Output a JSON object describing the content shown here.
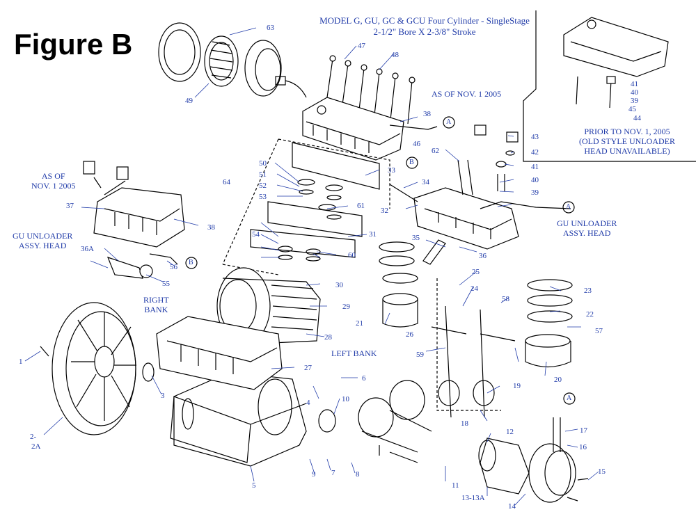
{
  "figure_title": "Figure B",
  "model_title": {
    "line1": "MODEL G, GU, GC & GCU Four Cylinder - SingleStage",
    "line2": "2-1/2\" Bore X 2-3/8\" Stroke"
  },
  "notes": {
    "as_of_left_1": "AS OF",
    "as_of_left_2": "NOV. 1 2005",
    "as_of_right": "AS OF NOV. 1 2005",
    "gu_unloader_left_1": "GU UNLOADER",
    "gu_unloader_left_2": "ASSY. HEAD",
    "gu_unloader_right_1": "GU UNLOADER",
    "gu_unloader_right_2": "ASSY. HEAD",
    "prior_1": "PRIOR TO NOV. 1, 2005",
    "prior_2": "(OLD STYLE UNLOADER",
    "prior_3": "HEAD UNAVAILABLE)",
    "right_bank_1": "RIGHT",
    "right_bank_2": "BANK",
    "left_bank": "LEFT BANK"
  },
  "callouts": [
    "63",
    "47",
    "48",
    "49",
    "38",
    "46",
    "43",
    "42",
    "41",
    "40",
    "39",
    "62",
    "33",
    "50",
    "51",
    "52",
    "53",
    "64",
    "61",
    "31",
    "54",
    "60",
    "34",
    "32",
    "37",
    "38",
    "35",
    "36",
    "25",
    "24",
    "23",
    "22",
    "57",
    "58",
    "21",
    "20",
    "59",
    "26",
    "19",
    "18",
    "30",
    "29",
    "28",
    "27",
    "6",
    "4",
    "10",
    "2-",
    "2A",
    "1",
    "3",
    "5",
    "9",
    "7",
    "8",
    "11",
    "12",
    "13-13A",
    "14",
    "15",
    "16",
    "17",
    "36A",
    "55",
    "56",
    "41",
    "40",
    "39",
    "45",
    "44",
    "A",
    "B"
  ],
  "colors": {
    "label": "#1f3aa8",
    "line": "#000000"
  }
}
